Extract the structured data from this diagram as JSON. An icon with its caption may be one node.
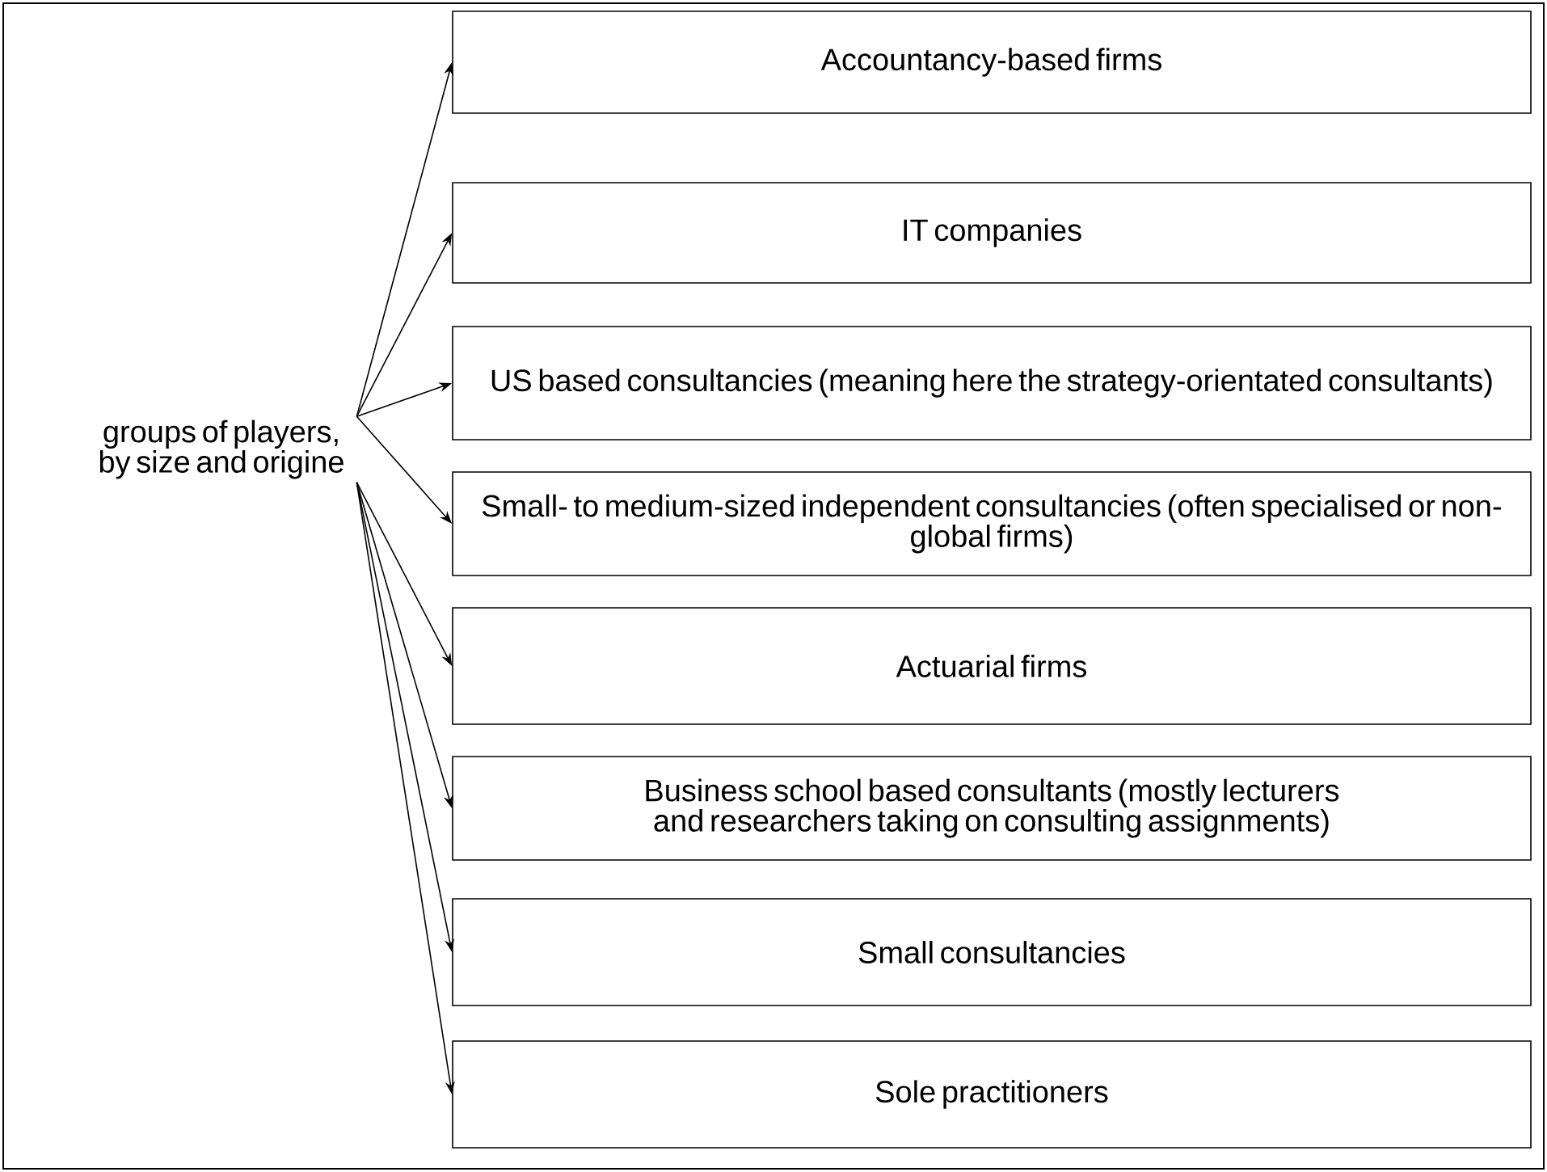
{
  "diagram": {
    "nodes": [
      {
        "text": [
          "groups of players, by size and origine"
        ]
      },
      {
        "text": [
          "Accountancy-based firms"
        ]
      },
      {
        "text": [
          "IT companies"
        ]
      },
      {
        "text": [
          "US based consultancies (meaning here the strategy-orientated consultants)"
        ]
      },
      {
        "text": [
          "Small- to medium-sized independent consultancies (often specialised or non-global firms)"
        ]
      },
      {
        "text": [
          "Actuarial firms"
        ]
      },
      {
        "text": [
          "Business school based consultants (mostly lecturers and researchers taking on consulting assignments)"
        ]
      },
      {
        "text": [
          "Small consultancies"
        ]
      },
      {
        "text": [
          "Sole practitioners"
        ]
      }
    ],
    "edges": [
      {
        "from": 0,
        "to": 1,
        "arrow": "to"
      },
      {
        "from": 0,
        "to": 2,
        "arrow": "to"
      },
      {
        "from": 0,
        "to": 3,
        "arrow": "to"
      },
      {
        "from": 0,
        "to": 4,
        "arrow": "to"
      },
      {
        "from": 0,
        "to": 5,
        "arrow": "to"
      },
      {
        "from": 0,
        "to": 6,
        "arrow": "to"
      },
      {
        "from": 0,
        "to": 7,
        "arrow": "to"
      },
      {
        "from": 0,
        "to": 8,
        "arrow": "to"
      }
    ]
  }
}
